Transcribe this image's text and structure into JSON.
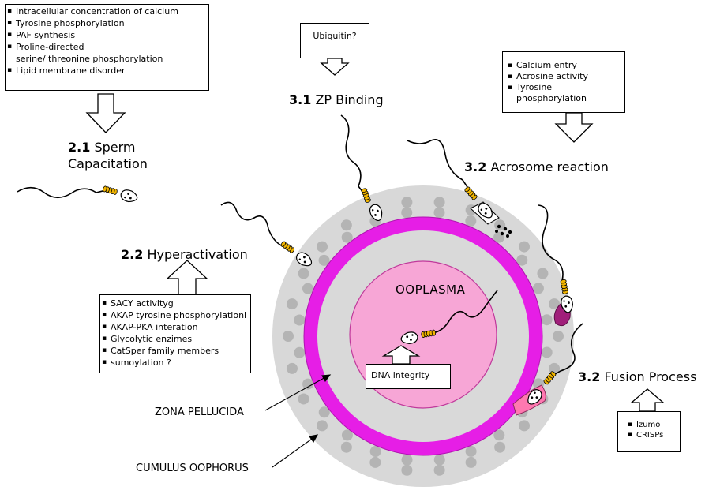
{
  "boxes": {
    "capacitation_factors": [
      "Intracellular concentration of calcium",
      "Tyrosine phosphorylation",
      "PAF synthesis",
      "Proline-directed\nserine/ threonine phosphorylation",
      "Lipid membrane disorder"
    ],
    "ubiquitin": "Ubiquitin?",
    "acrosome_factors": [
      "Calcium entry",
      "Acrosine activity",
      "Tyrosine\nphosphorylation"
    ],
    "hyperactivation_factors": [
      "SACY activityg",
      "AKAP tyrosine phosphorylationl",
      "AKAP-PKA interation",
      "Glycolytic enzimes",
      "CatSper family members",
      "sumoylation ?"
    ],
    "dna": "DNA integrity",
    "fusion_factors": [
      "Izumo",
      "CRISPs"
    ]
  },
  "labels": {
    "capacitation": {
      "num": "2.1",
      "text": "Sperm",
      "text2": "Capacitation"
    },
    "zp_binding": {
      "num": "3.1",
      "text": "ZP Binding"
    },
    "acrosome": {
      "num": "3.2",
      "text": "Acrosome reaction"
    },
    "hyperactivation": {
      "num": "2.2",
      "text": "Hyperactivation"
    },
    "fusion": {
      "num": "3.2",
      "text": "Fusion Process"
    },
    "ooplasma": "OOPLASMA",
    "zona": "ZONA PELLUCIDA",
    "cumulus": "CUMULUS OOPHORUS"
  },
  "colors": {
    "cumulus": "#d8d8d8",
    "cumulus_dots": "#b4b4b4",
    "zona": "#e61ee6",
    "inner_ring": "#d9d9d9",
    "ooplasm": "#f7a6d6",
    "ooplasm_edge": "#c0399b",
    "midpiece": "#f0b400"
  }
}
